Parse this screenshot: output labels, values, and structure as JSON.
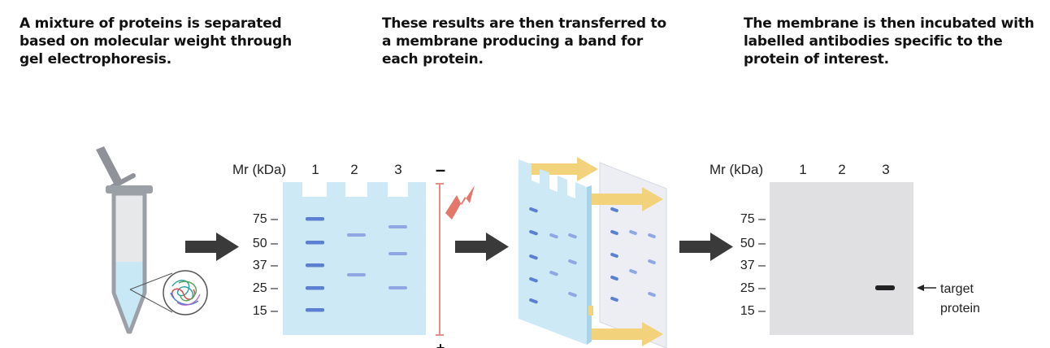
{
  "steps": [
    {
      "caption": "A mixture of proteins is separated based on molecular weight through gel electrophoresis."
    },
    {
      "caption": "These results are then transferred to a membrane producing a band for each protein."
    },
    {
      "caption": "The membrane is then incubated with labelled antibodies specific to the protein of interest."
    }
  ],
  "gel": {
    "axis_label": "Mr (kDa)",
    "lanes": [
      "1",
      "2",
      "3"
    ],
    "markers": [
      "75 –",
      "50 –",
      "37 –",
      "25 –",
      "15 –"
    ],
    "polarity_top": "–",
    "polarity_bottom": "+"
  },
  "membrane": {
    "axis_label": "Mr (kDa)",
    "lanes": [
      "1",
      "2",
      "3"
    ],
    "markers": [
      "75 –",
      "50 –",
      "37 –",
      "25 –",
      "15 –"
    ],
    "target_label_line1": "target",
    "target_label_line2": "protein"
  },
  "colors": {
    "gel_fill": "#cde9f5",
    "band": "#5b7fd1",
    "arrow": "#3a3a3a",
    "transfer_arrow": "#f3d27c",
    "membrane_fill": "#e0e0e3",
    "lightning": "#e3776b"
  }
}
